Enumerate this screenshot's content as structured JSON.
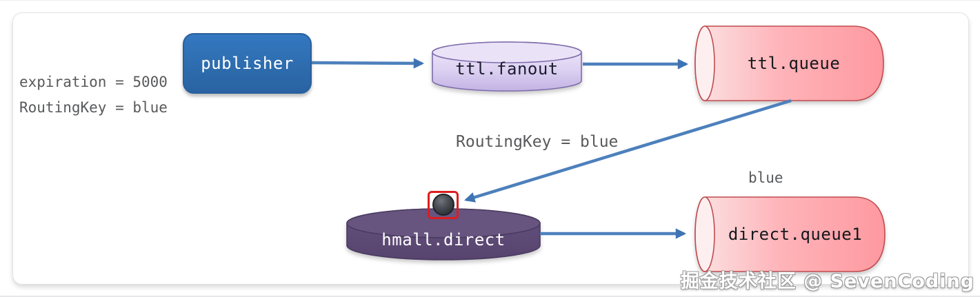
{
  "diagram": {
    "title_context": "RabbitMQ TTL dead-letter exchange flow",
    "labels": {
      "expiration": "expiration = 5000",
      "routing_key_publisher": "RoutingKey = blue",
      "routing_key_dead_letter": "RoutingKey = blue",
      "binding_key": "blue"
    },
    "nodes": {
      "publisher": {
        "label": "publisher",
        "type": "producer",
        "shape": "rounded-rect",
        "color": "#2e6cae"
      },
      "ttl_fanout": {
        "label": "ttl.fanout",
        "type": "exchange",
        "shape": "vertical-cylinder",
        "color": "#d8ccf0"
      },
      "ttl_queue": {
        "label": "ttl.queue",
        "type": "queue",
        "shape": "horizontal-cylinder",
        "color": "#fe9ea4"
      },
      "hmall_direct": {
        "label": "hmall.direct",
        "type": "exchange",
        "shape": "vertical-cylinder",
        "color": "#5d4a77"
      },
      "direct_queue1": {
        "label": "direct.queue1",
        "type": "queue",
        "shape": "horizontal-cylinder",
        "color": "#fe9ea4"
      }
    },
    "edges": [
      {
        "from": "publisher",
        "to": "ttl.fanout"
      },
      {
        "from": "ttl.fanout",
        "to": "ttl.queue"
      },
      {
        "from": "ttl.queue",
        "to": "hmall.direct",
        "label": "RoutingKey = blue",
        "note": "dead-letter link into marker"
      },
      {
        "from": "hmall.direct",
        "to": "direct.queue1",
        "label": "blue"
      }
    ],
    "marker": {
      "name": "dead-letter-marker",
      "highlight": "red-box"
    },
    "colors": {
      "arrow": "#4d80bc",
      "publisher_fill": "#2e6cae",
      "fanout_fill": "#d8ccf0",
      "fanout_stroke": "#7e6cab",
      "queue_fill": "#fe9ea4",
      "queue_stroke": "#c24b4e",
      "direct_fill": "#5d4a77",
      "direct_stroke": "#4a3b60",
      "highlight_red": "#dd1d1d",
      "annotation_text": "#58595b"
    },
    "watermark": "掘金技术社区 @ SevenCoding"
  }
}
